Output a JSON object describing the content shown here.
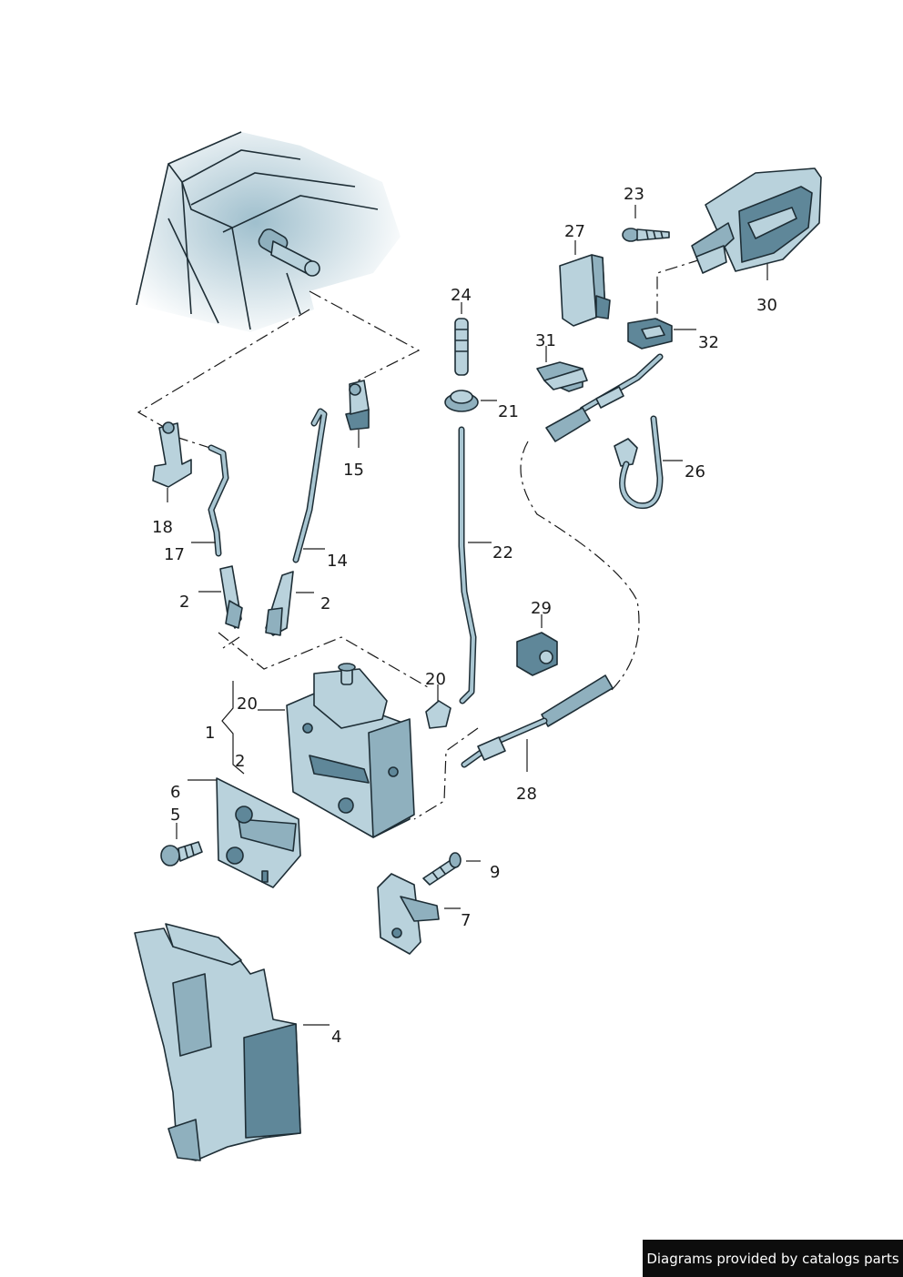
{
  "callouts": {
    "c23": "23",
    "c27": "27",
    "c30": "30",
    "c32": "32",
    "c24": "24",
    "c21": "21",
    "c31": "31",
    "c26": "26",
    "c15": "15",
    "c18": "18",
    "c17": "17",
    "c14": "14",
    "c2a": "2",
    "c2b": "2",
    "c22": "22",
    "c29": "29",
    "c20a": "20",
    "c20b": "20",
    "c1": "1",
    "c2c": "2",
    "c28": "28",
    "c6": "6",
    "c5": "5",
    "c9": "9",
    "c7": "7",
    "c4": "4"
  },
  "credit": "Diagrams provided by catalogs parts"
}
